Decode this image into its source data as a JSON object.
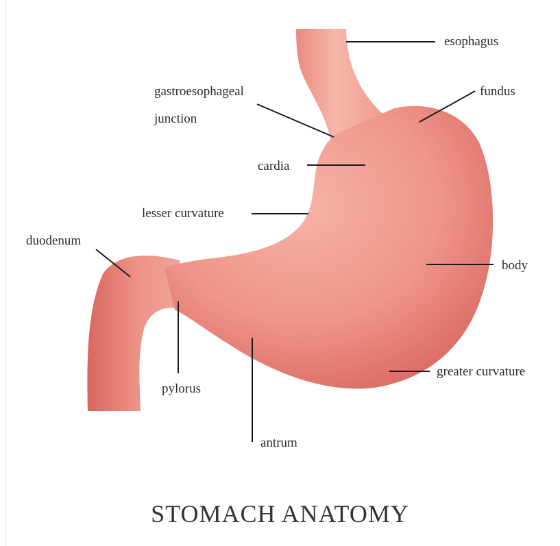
{
  "title": "STOMACH ANATOMY",
  "labels": {
    "esophagus": "esophagus",
    "gastroesophageal_1": "gastroesophageal",
    "gastroesophageal_2": "junction",
    "fundus": "fundus",
    "cardia": "cardia",
    "lesser_curvature": "lesser curvature",
    "duodenum": "duodenum",
    "body": "body",
    "pylorus": "pylorus",
    "greater_curvature": "greater curvature",
    "antrum": "antrum"
  },
  "colors": {
    "stomach_light": "#f6b0a4",
    "stomach_mid": "#ee8f84",
    "stomach_dark": "#d9665f",
    "leader_line": "#1a1a1a"
  }
}
